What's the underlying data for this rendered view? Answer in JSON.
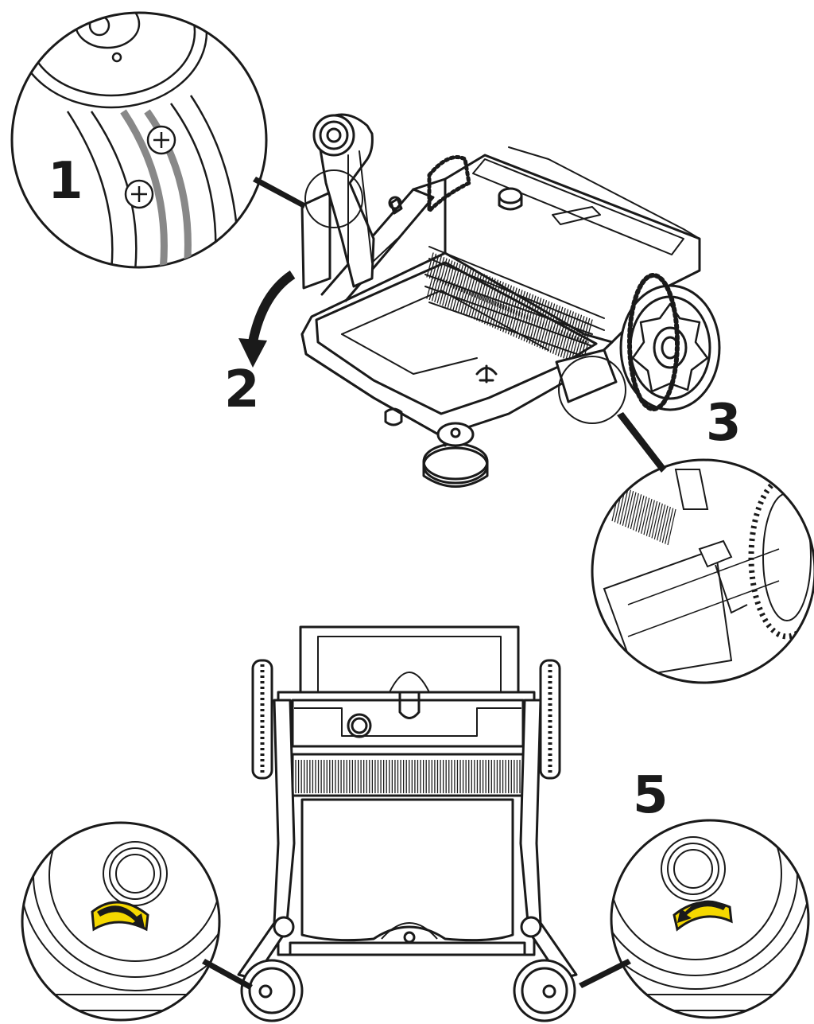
{
  "steps": [
    {
      "label": "1"
    },
    {
      "label": "2"
    },
    {
      "label": "3"
    },
    {
      "label": "5"
    }
  ],
  "colors": {
    "line": "#1a1a1a",
    "highlight_yellow": "#f5d800",
    "background": "#ffffff"
  },
  "icons": [
    "rotate-clockwise-arrow-icon",
    "rotate-counterclockwise-arrow-icon",
    "curved-down-arrow-icon"
  ]
}
